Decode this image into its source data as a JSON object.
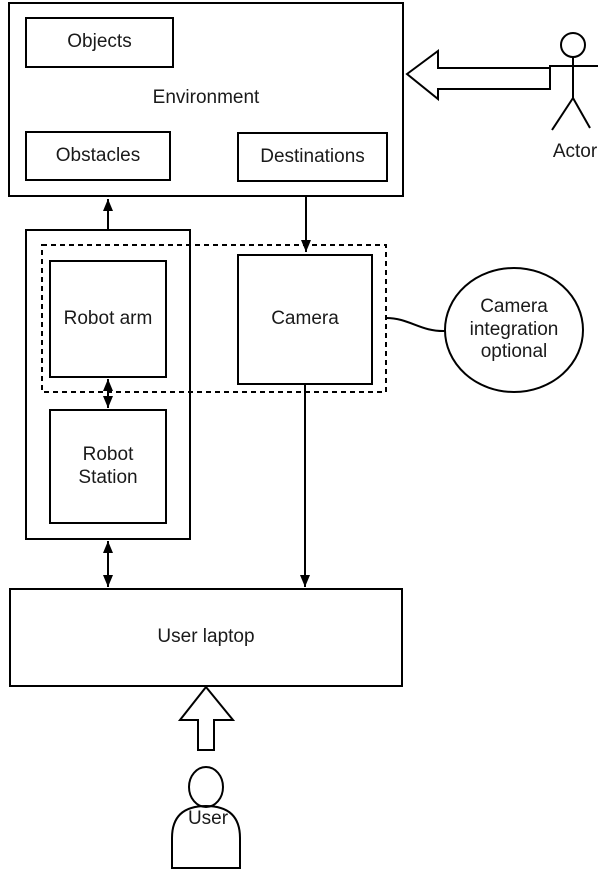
{
  "diagram": {
    "environment": {
      "label": "Environment",
      "objects_label": "Objects",
      "obstacles_label": "Obstacles",
      "destinations_label": "Destinations"
    },
    "robot": {
      "arm_label": "Robot arm",
      "station_label": "Robot Station"
    },
    "camera": {
      "label": "Camera"
    },
    "callout": {
      "label": "Camera integration optional"
    },
    "laptop": {
      "label": "User laptop"
    },
    "actor": {
      "label": "Actor"
    },
    "user": {
      "label": "User"
    }
  },
  "colors": {
    "stroke": "#000000",
    "text": "#1a1a1a",
    "background": "#ffffff"
  }
}
